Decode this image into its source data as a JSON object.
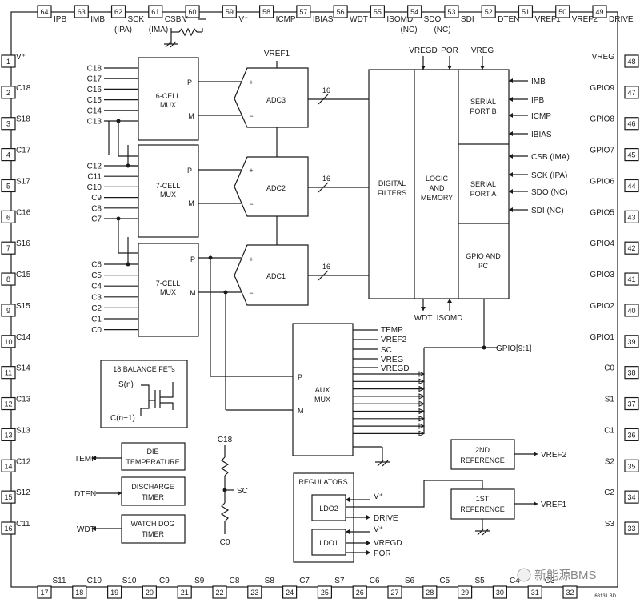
{
  "pins_top": [
    {
      "num": "64",
      "label": "IPB"
    },
    {
      "num": "63",
      "label": "IMB"
    },
    {
      "num": "62",
      "label": "SCK"
    },
    {
      "num": "61",
      "label": "CSB"
    },
    {
      "num": "60",
      "label": ""
    },
    {
      "num": "59",
      "label": "V⁻"
    },
    {
      "num": "58",
      "label": "ICMP"
    },
    {
      "num": "57",
      "label": "IBIAS"
    },
    {
      "num": "56",
      "label": "WDT"
    },
    {
      "num": "55",
      "label": "ISOMD"
    },
    {
      "num": "54",
      "label": "SDO"
    },
    {
      "num": "53",
      "label": "SDI"
    },
    {
      "num": "52",
      "label": "DTEN"
    },
    {
      "num": "51",
      "label": "VREF1"
    },
    {
      "num": "50",
      "label": "VREF2"
    },
    {
      "num": "49",
      "label": "DRIVE"
    }
  ],
  "top_sublabels": {
    "sck": "(IPA)",
    "csb": "(IMA)",
    "v_minus": "V⁻",
    "sdo": "(NC)",
    "sdi": "(NC)"
  },
  "pins_left": [
    {
      "num": "1",
      "label": "V⁺"
    },
    {
      "num": "2",
      "label": "C18"
    },
    {
      "num": "3",
      "label": "S18"
    },
    {
      "num": "4",
      "label": "C17"
    },
    {
      "num": "5",
      "label": "S17"
    },
    {
      "num": "6",
      "label": "C16"
    },
    {
      "num": "7",
      "label": "S16"
    },
    {
      "num": "8",
      "label": "C15"
    },
    {
      "num": "9",
      "label": "S15"
    },
    {
      "num": "10",
      "label": "C14"
    },
    {
      "num": "11",
      "label": "S14"
    },
    {
      "num": "12",
      "label": "C13"
    },
    {
      "num": "13",
      "label": "S13"
    },
    {
      "num": "14",
      "label": "C12"
    },
    {
      "num": "15",
      "label": "S12"
    },
    {
      "num": "16",
      "label": "C11"
    }
  ],
  "pins_right": [
    {
      "num": "48",
      "label": "VREG"
    },
    {
      "num": "47",
      "label": "GPIO9"
    },
    {
      "num": "46",
      "label": "GPIO8"
    },
    {
      "num": "45",
      "label": "GPIO7"
    },
    {
      "num": "44",
      "label": "GPIO6"
    },
    {
      "num": "43",
      "label": "GPIO5"
    },
    {
      "num": "42",
      "label": "GPIO4"
    },
    {
      "num": "41",
      "label": "GPIO3"
    },
    {
      "num": "40",
      "label": "GPIO2"
    },
    {
      "num": "39",
      "label": "GPIO1"
    },
    {
      "num": "38",
      "label": "C0"
    },
    {
      "num": "37",
      "label": "S1"
    },
    {
      "num": "36",
      "label": "C1"
    },
    {
      "num": "35",
      "label": "S2"
    },
    {
      "num": "34",
      "label": "C2"
    },
    {
      "num": "33",
      "label": "S3"
    }
  ],
  "pins_bottom": [
    {
      "num": "17",
      "label": "S11"
    },
    {
      "num": "18",
      "label": "C10"
    },
    {
      "num": "19",
      "label": "S10"
    },
    {
      "num": "20",
      "label": "C9"
    },
    {
      "num": "21",
      "label": "S9"
    },
    {
      "num": "22",
      "label": "C8"
    },
    {
      "num": "23",
      "label": "S8"
    },
    {
      "num": "24",
      "label": "C7"
    },
    {
      "num": "25",
      "label": "S7"
    },
    {
      "num": "26",
      "label": "C6"
    },
    {
      "num": "27",
      "label": "S6"
    },
    {
      "num": "28",
      "label": "C5"
    },
    {
      "num": "29",
      "label": "S5"
    },
    {
      "num": "30",
      "label": "C4"
    },
    {
      "num": "31",
      "label": "C3"
    },
    {
      "num": "32",
      "label": ""
    }
  ],
  "mux_inputs": {
    "mux6": [
      "C18",
      "C17",
      "C16",
      "C15",
      "C14",
      "C13"
    ],
    "mux7a": [
      "C12",
      "C11",
      "C10",
      "C9",
      "C8",
      "C7"
    ],
    "mux7b": [
      "C6",
      "C5",
      "C4",
      "C3",
      "C2",
      "C1",
      "C0"
    ]
  },
  "blocks": {
    "mux6": [
      "6-CELL",
      "MUX"
    ],
    "mux7a": [
      "7-CELL",
      "MUX"
    ],
    "mux7b": [
      "7-CELL",
      "MUX"
    ],
    "adc3": "ADC3",
    "adc2": "ADC2",
    "adc1": "ADC1",
    "bus_width": "16",
    "digital_filters": [
      "DIGITAL",
      "FILTERS"
    ],
    "logic_memory": [
      "LOGIC",
      "AND",
      "MEMORY"
    ],
    "serial_b": [
      "SERIAL",
      "PORT B"
    ],
    "serial_a": [
      "SERIAL",
      "PORT A"
    ],
    "gpio_i2c": [
      "GPIO AND",
      "I²C"
    ],
    "aux_mux": [
      "AUX",
      "MUX"
    ],
    "balance_fets": "18 BALANCE FETs",
    "die_temp": [
      "DIE",
      "TEMPERATURE"
    ],
    "discharge": [
      "DISCHARGE",
      "TIMER"
    ],
    "watchdog": [
      "WATCH DOG",
      "TIMER"
    ],
    "ref2": [
      "2ND",
      "REFERENCE"
    ],
    "ref1": [
      "1ST",
      "REFERENCE"
    ],
    "regulators": "REGULATORS",
    "ldo2": "LDO2",
    "ldo1": "LDO1"
  },
  "signals": {
    "p": "P",
    "m": "M",
    "plus": "+",
    "minus": "−",
    "vref1_top": "VREF1",
    "vregd_top": "VREGD",
    "por_top": "POR",
    "vreg_top": "VREG",
    "portb_imb": "IMB",
    "portb_ipb": "IPB",
    "portb_icmp": "ICMP",
    "portb_ibias": "IBIAS",
    "porta_csb": "CSB (IMA)",
    "porta_sck": "SCK (IPA)",
    "porta_sdo": "SDO (NC)",
    "porta_sdi": "SDI (NC)",
    "wdt": "WDT",
    "isomd": "ISOMD",
    "gpio_bus": "GPIO[9:1]",
    "aux_temp": "TEMP",
    "aux_vref2": "VREF2",
    "aux_sc": "SC",
    "aux_vreg": "VREG",
    "aux_vregd": "VREGD",
    "sn": "S(n)",
    "cn1": "C(n−1)",
    "temp": "TEMP",
    "dten": "DTEN",
    "wdt_in": "WDT",
    "c18": "C18",
    "sc": "SC",
    "c0": "C0",
    "vref2_out": "VREF2",
    "vref1_out": "VREF1",
    "ldo2_vplus": "V⁺",
    "drive": "DRIVE",
    "ldo1_vplus": "V⁺",
    "vregd": "VREGD",
    "por": "POR"
  },
  "footer": {
    "code": "68131 BD",
    "watermark": "新能源BMS"
  }
}
